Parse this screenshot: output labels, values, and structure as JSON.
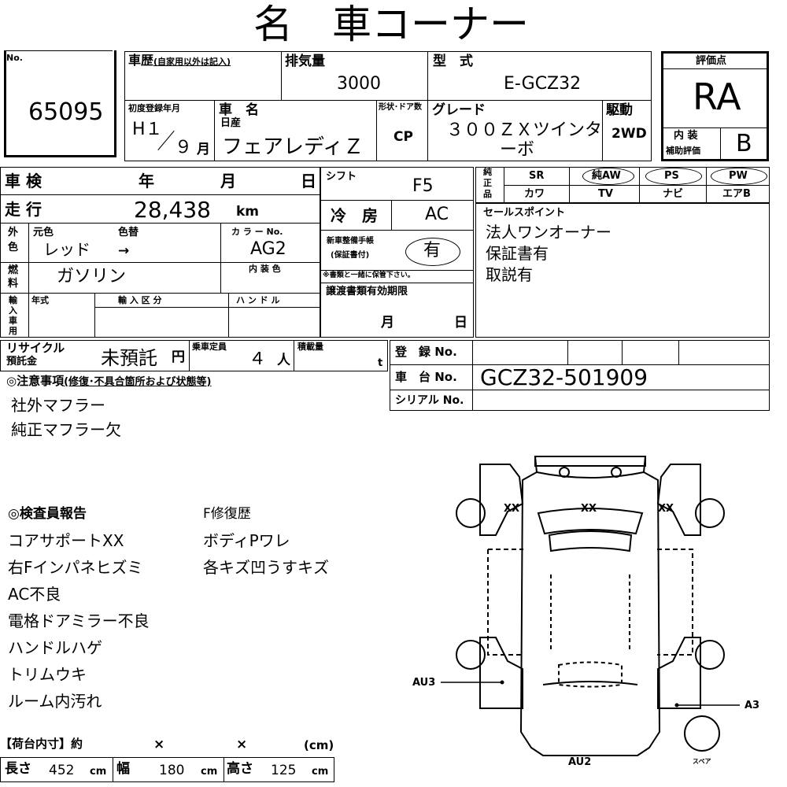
{
  "title": "名　車コーナー",
  "no": {
    "label": "No.",
    "value": "65095"
  },
  "history": {
    "label": "車歴",
    "note": "(自家用以外は記入)"
  },
  "displacement": {
    "label": "排気量",
    "value": "3000"
  },
  "model": {
    "label": "型　式",
    "value": "E-GCZ32"
  },
  "rating": {
    "label": "評価点",
    "value": "RA",
    "interior_label_1": "内 装",
    "interior_label_2": "補助評価",
    "interior_value": "B"
  },
  "first_reg": {
    "label": "初度登録年月",
    "year": "H１",
    "month": "９",
    "month_unit": "月"
  },
  "car_name": {
    "label": "車　名",
    "maker": "日産",
    "value": "フェアレディＺ"
  },
  "body": {
    "label": "形状･ドア数",
    "value": "CP"
  },
  "grade": {
    "label": "グレード",
    "value_1": "３００ＺＸツインタ",
    "value_2": "ーボ"
  },
  "drive": {
    "label": "駆動",
    "value": "2WD"
  },
  "shaken": {
    "label": "車 検",
    "y": "年",
    "m": "月",
    "d": "日"
  },
  "shift": {
    "label": "シフト",
    "value": "F5"
  },
  "options_label": [
    "純",
    "正",
    "品"
  ],
  "options_row1": [
    "SR",
    "純AW",
    "PS",
    "PW"
  ],
  "options_row2": [
    "カワ",
    "TV",
    "ナビ",
    "エアB"
  ],
  "mileage": {
    "label": "走 行",
    "value": "28,438",
    "unit": "km"
  },
  "aircon": {
    "label": "冷　房",
    "value": "AC"
  },
  "sales_points": {
    "label": "セールスポイント",
    "items": [
      "法人ワンオーナー",
      "保証書有",
      "取説有"
    ]
  },
  "color": {
    "side_1": "外",
    "side_2": "色",
    "orig_label": "元色",
    "change_label": "色替",
    "orig_value": "レッド",
    "arrow": "→",
    "code_label": "カ ラ ー No.",
    "code_value": "AG2",
    "interior_label": "内 装 色"
  },
  "warranty": {
    "label_1": "新車整備手帳",
    "label_2": "(保証書付)",
    "value": "有",
    "note": "※書類と一緒に保管下さい。"
  },
  "fuel": {
    "side_1": "燃",
    "side_2": "料",
    "value": "ガソリン"
  },
  "import": {
    "side": [
      "輸",
      "入",
      "車",
      "用"
    ],
    "year_label": "年式",
    "type_label": "輸 入 区 分",
    "handle_label": "ハ ン ド ル"
  },
  "transfer": {
    "label": "譲渡書類有効期限",
    "m": "月",
    "d": "日"
  },
  "recycle": {
    "label_1": "リサイクル",
    "label_2": "預託金",
    "value": "未預託",
    "unit": "円"
  },
  "capacity": {
    "label": "乗車定員",
    "value": "４",
    "unit": "人"
  },
  "load": {
    "label": "積載量",
    "unit": "t"
  },
  "registration": {
    "label": "登　録 No.",
    "chassis_label": "車　台 No.",
    "chassis_value": "GCZ32-501909",
    "serial_label": "シリアル No."
  },
  "notes": {
    "label": "◎注意事項",
    "sub": "(修復･不具合箇所および状態等)",
    "items": [
      "社外マフラー",
      "純正マフラー欠"
    ]
  },
  "inspector": {
    "label": "◎検査員報告",
    "left": [
      "コアサポートXX",
      "右Fインパネヒズミ",
      "AC不良",
      "電格ドアミラー不良",
      "ハンドルハゲ",
      "トリムウキ",
      "ルーム内汚れ"
    ],
    "f_label": "F修復歴",
    "right": [
      "ボディPワレ",
      "各キズ凹うすキズ"
    ]
  },
  "cargo": {
    "label": "【荷台内寸】約",
    "x1": "×",
    "x2": "×",
    "unit_label": "(cm)",
    "length_label": "長さ",
    "length": "452",
    "width_label": "幅",
    "width": "180",
    "height_label": "高さ",
    "height": "125",
    "cm": "cm"
  },
  "diagram": {
    "xx_left": "XX",
    "xx_center": "XX",
    "xx_right": "XX",
    "au3": "AU3",
    "a3": "A3",
    "au2": "AU2",
    "spare": "スペア"
  }
}
